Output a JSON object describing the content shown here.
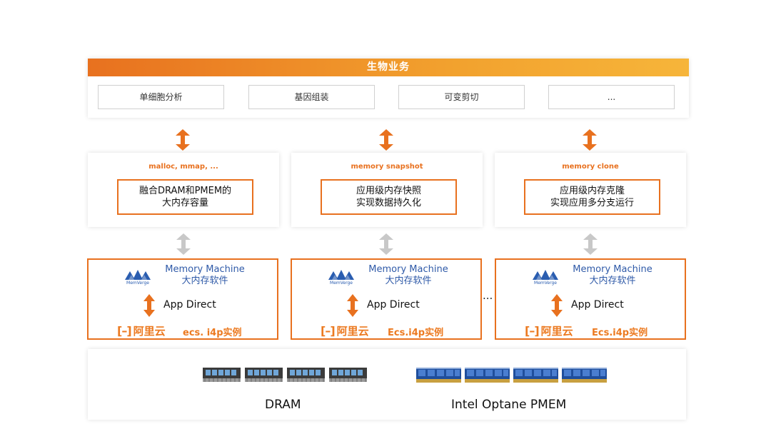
{
  "business": {
    "header": "生物业务",
    "items": [
      "单细胞分析",
      "基因组装",
      "可变剪切",
      "..."
    ]
  },
  "api_panels": [
    {
      "title": "malloc, mmap, ...",
      "lines": [
        "融合DRAM和PMEM的",
        "大内存容量"
      ]
    },
    {
      "title": "memory snapshot",
      "lines": [
        "应用级内存快照",
        "实现数据持久化"
      ]
    },
    {
      "title": "memory clone",
      "lines": [
        "应用级内存克隆",
        "实现应用多分支运行"
      ]
    }
  ],
  "machines": [
    {
      "logo_text": "MemVerge",
      "title": "Memory Machine",
      "subtitle": "大内存软件",
      "mode": "App Direct",
      "cloud": "阿里云",
      "instance": "ecs. i4p实例"
    },
    {
      "logo_text": "MemVerge",
      "title": "Memory Machine",
      "subtitle": "大内存软件",
      "mode": "App Direct",
      "cloud": "阿里云",
      "instance": "Ecs.i4p实例"
    },
    {
      "logo_text": "MemVerge",
      "title": "Memory Machine",
      "subtitle": "大内存软件",
      "mode": "App Direct",
      "cloud": "阿里云",
      "instance": "Ecs.i4p实例"
    }
  ],
  "machines_ellipsis": "...",
  "hardware": {
    "dram_label": "DRAM",
    "pmem_label": "Intel Optane PMEM"
  },
  "colors": {
    "accent": "#e8711f",
    "header_gradient_end": "#f6b53a",
    "brand_blue": "#2f5aa8",
    "arrow_gray": "#c8c8c8"
  },
  "icons": {
    "business_arrow": "orange-double-arrow-icon",
    "layer_arrow": "gray-double-arrow-icon",
    "memverge": "memverge-logo",
    "aliyun": "aliyun-logo",
    "dram": "dram-module-icon",
    "pmem": "pmem-module-icon"
  }
}
